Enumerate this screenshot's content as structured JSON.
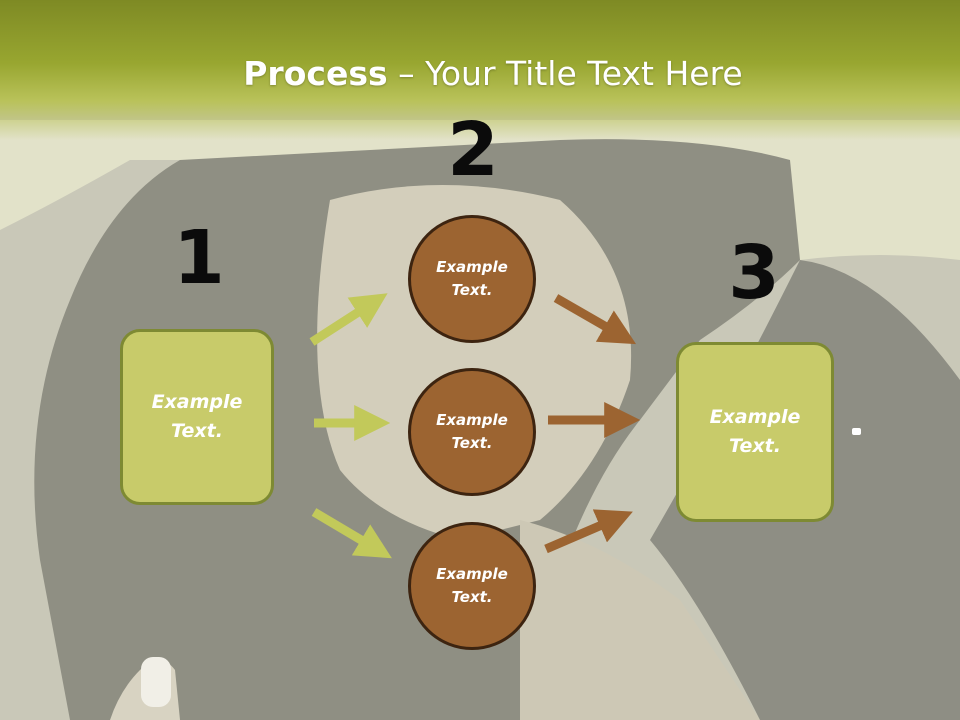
{
  "slide": {
    "title_bold": "Process",
    "title_rest": " – Your Title Text Here"
  },
  "steps": {
    "step1_number": "1",
    "step2_number": "2",
    "step3_number": "3"
  },
  "nodes": {
    "left_box": "Example\nText.",
    "circle_top": "Example\nText.",
    "circle_middle": "Example\nText.",
    "circle_bottom": "Example\nText.",
    "right_box": "Example\nText."
  },
  "colors": {
    "header": "#98a630",
    "box_fill": "#c8cb6a",
    "box_border": "#7e8a33",
    "circle_fill": "#9c6431",
    "circle_border": "#3d2410",
    "green_arrow": "#c2c95a",
    "brown_arrow": "#9c6431"
  }
}
